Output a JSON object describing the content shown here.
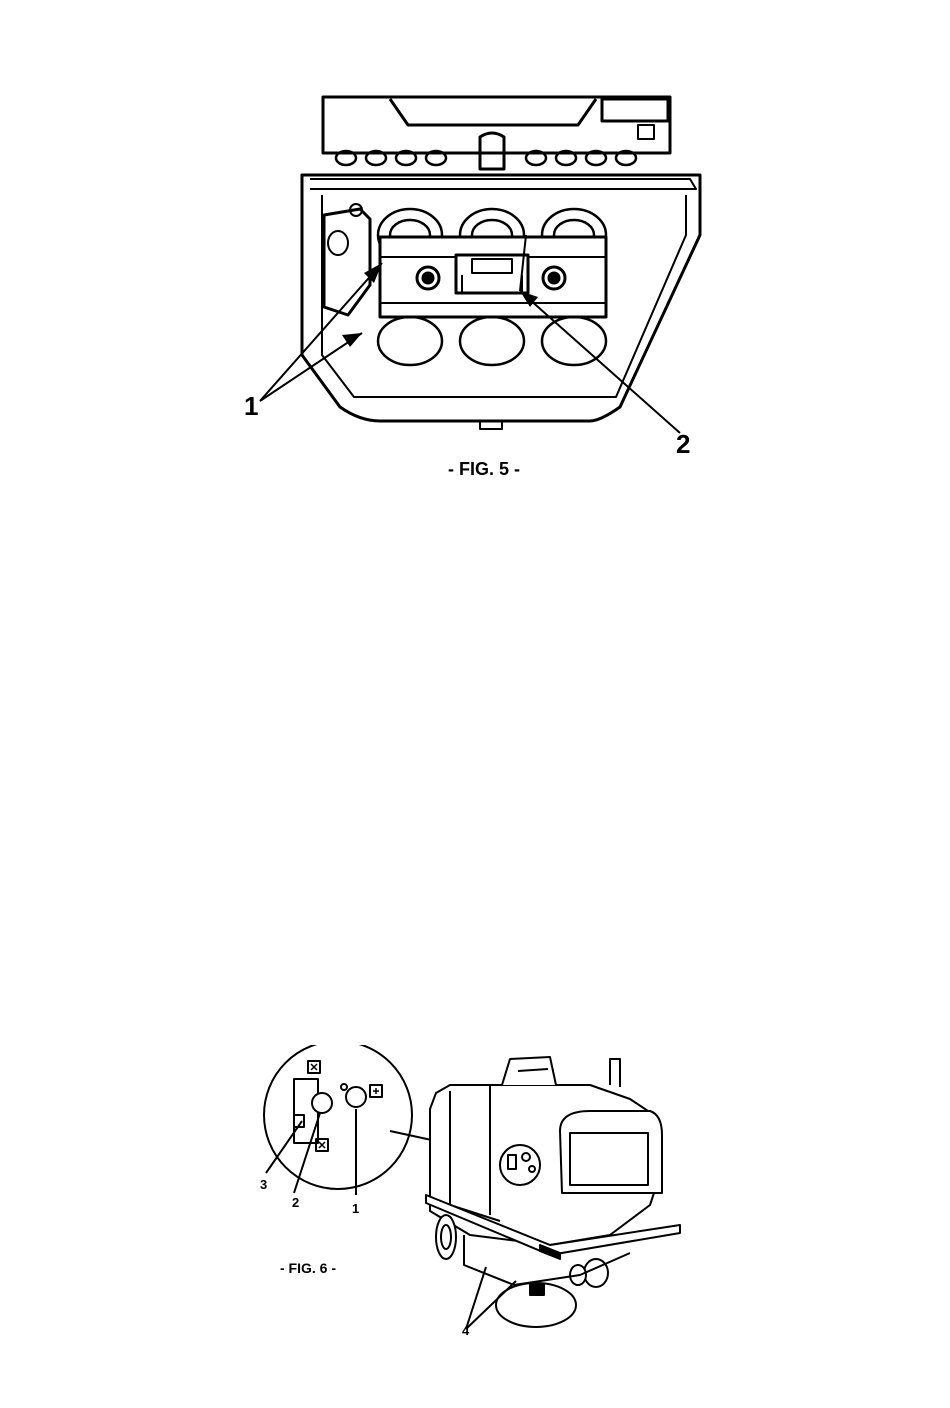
{
  "figures": [
    {
      "caption": "- FIG. 5 -",
      "callouts": [
        "1",
        "2"
      ]
    },
    {
      "caption": "- FIG. 6 -",
      "callouts": [
        "1",
        "2",
        "3",
        "4"
      ]
    }
  ]
}
